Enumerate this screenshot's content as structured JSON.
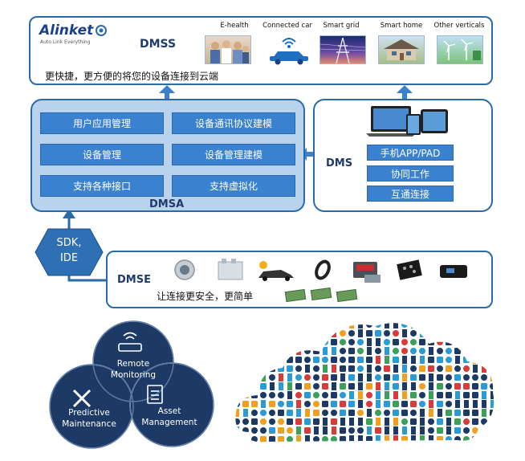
{
  "dmss": {
    "logo_text": "Alinket",
    "logo_tagline": "Auto Link Everything",
    "title": "DMSS",
    "slogan": "更快捷，更方便的将您的设备连接到云端",
    "verticals": [
      {
        "label": "E-health",
        "icon": "family-photo"
      },
      {
        "label": "Connected car",
        "icon": "car-signal-icon"
      },
      {
        "label": "Smart grid",
        "icon": "power-tower-photo"
      },
      {
        "label": "Smart home",
        "icon": "house-photo"
      },
      {
        "label": "Other verticals",
        "icon": "wind-farm-photo"
      }
    ]
  },
  "dmsa": {
    "title": "DMSA",
    "buttons": [
      "用户应用管理",
      "设备通讯协议建模",
      "设备管理",
      "设备管理建模",
      "支持各种接口",
      "支持虚拟化"
    ]
  },
  "dms": {
    "title": "DMS",
    "buttons": [
      "手机APP/PAD",
      "协同工作",
      "互通连接"
    ]
  },
  "sdk": {
    "line1": "SDK,",
    "line2": "IDE"
  },
  "dmse": {
    "title": "DMSE",
    "slogan": "让连接更安全，更简单",
    "devices": [
      "meter-icon",
      "industrial-unit-icon",
      "car-icon",
      "wristband-icon",
      "terminal-icon",
      "chip-icon",
      "module-icon"
    ],
    "modules": [
      "pcb-module-icon",
      "pcb-module-icon",
      "pcb-module-icon"
    ]
  },
  "venn": {
    "circles": [
      {
        "line1": "Remote",
        "line2": "Monitoring",
        "icon": "router-icon"
      },
      {
        "line1": "Predictive",
        "line2": "Maintenance",
        "icon": "tools-icon"
      },
      {
        "line1": "Asset",
        "line2": "Management",
        "icon": "clipboard-icon"
      }
    ]
  },
  "cloud": {
    "icon": "device-cloud-icon"
  },
  "colors": {
    "border": "#2a6aa8",
    "button": "#3a82d0",
    "panel": "#b9d3ee",
    "venn": "#1d3a66"
  }
}
